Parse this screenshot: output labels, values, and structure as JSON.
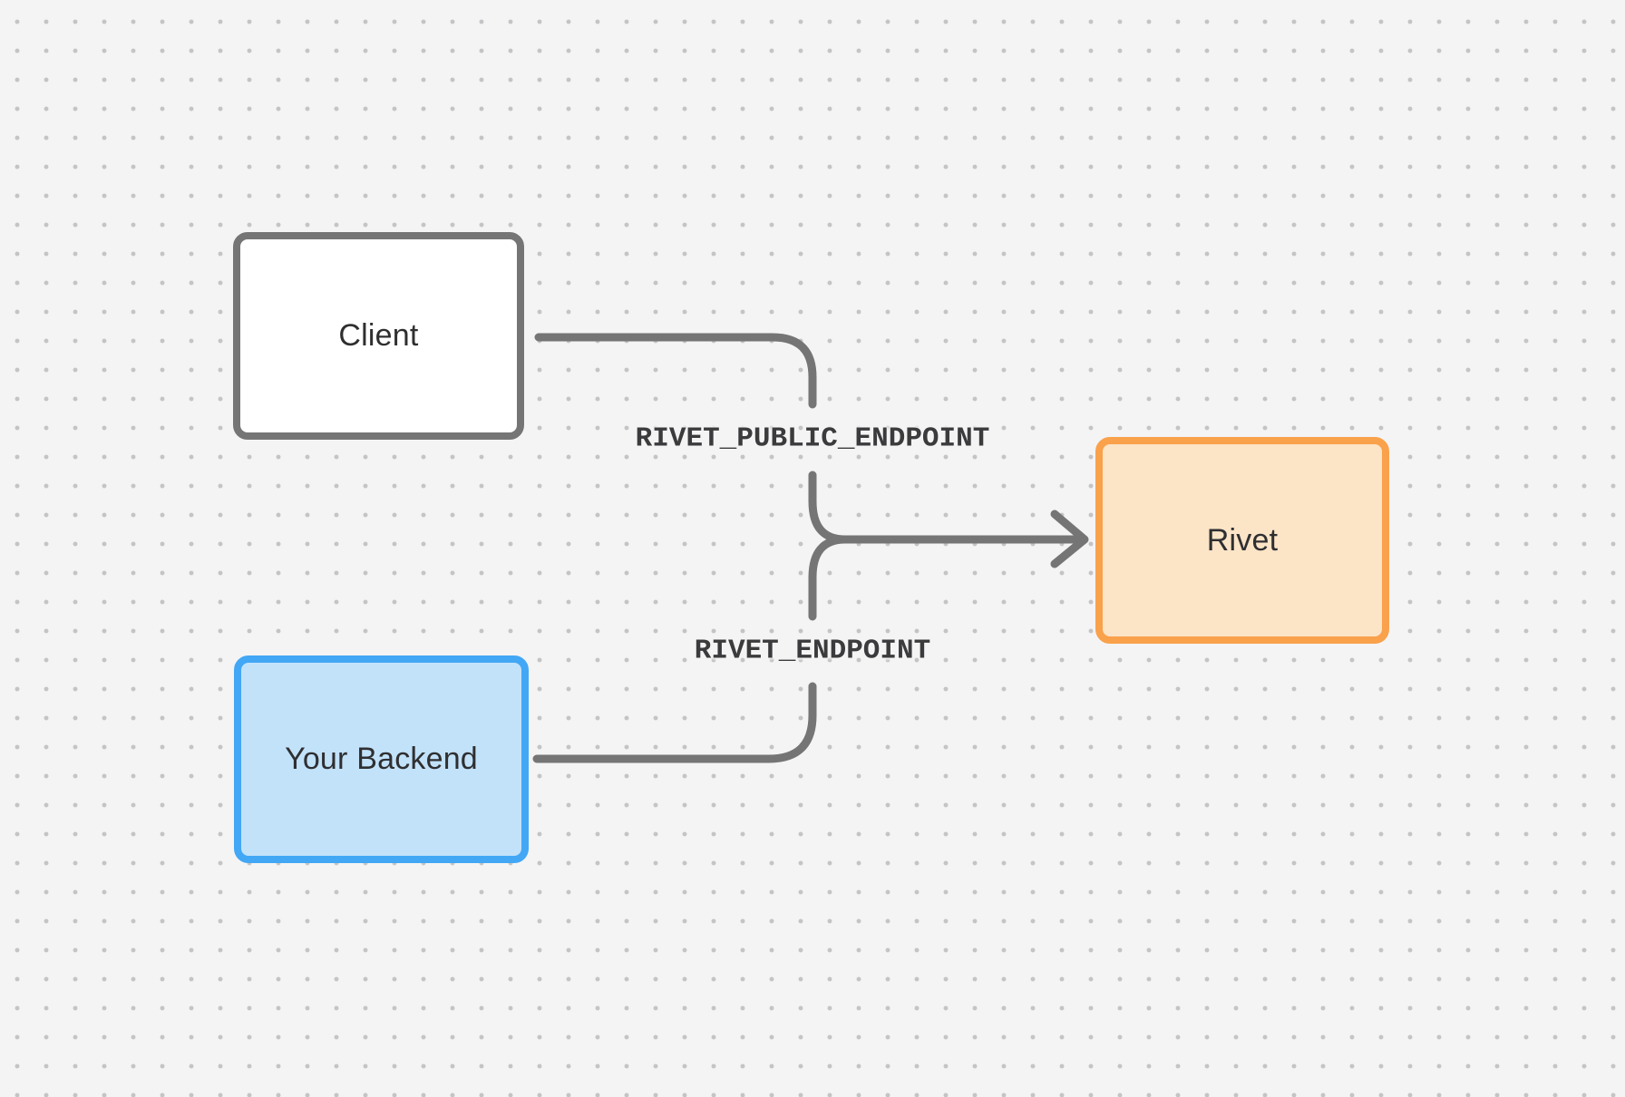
{
  "canvas": {
    "background_color": "#f4f4f5",
    "dot_color": "#c4c4c6"
  },
  "connector": {
    "color": "#757575"
  },
  "nodes": [
    {
      "id": "client",
      "label": "Client",
      "fill": "#ffffff",
      "border_color": "#757575"
    },
    {
      "id": "backend",
      "label": "Your Backend",
      "fill": "#c2e2fa",
      "border_color": "#42a7f5"
    },
    {
      "id": "rivet",
      "label": "Rivet",
      "fill": "#fce4c7",
      "border_color": "#f9a14b"
    }
  ],
  "edges": [
    {
      "from": "client",
      "to": "rivet",
      "label": "RIVET_PUBLIC_ENDPOINT"
    },
    {
      "from": "backend",
      "to": "rivet",
      "label": "RIVET_ENDPOINT"
    }
  ]
}
